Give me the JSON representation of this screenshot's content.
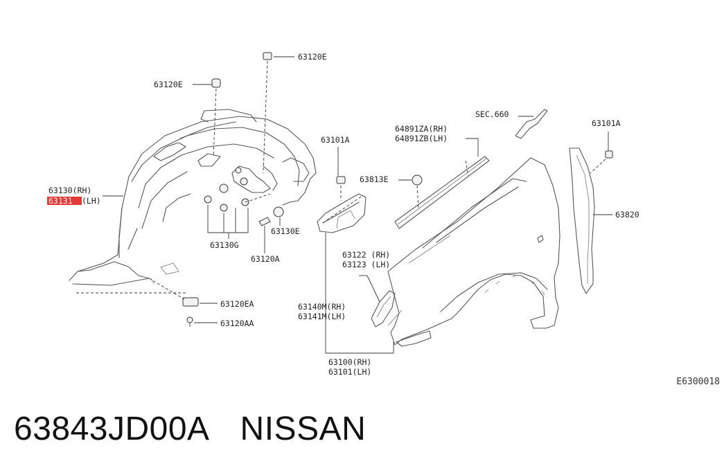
{
  "diagram": {
    "labels": {
      "l63120E_top": "63120E",
      "l63120E_left": "63120E",
      "l63130_rh": "63130(RH)",
      "l63131_lh_code": "63131",
      "l63131_lh_side": "(LH)",
      "l63130G": "63130G",
      "l63120A": "63120A",
      "l63130E": "63130E",
      "l63120EA": "63120EA",
      "l63120AA": "63120AA",
      "l63101A_mid": "63101A",
      "l63813E": "63813E",
      "l64891ZA": "64891ZA(RH)",
      "l64891ZB": "64891ZB(LH)",
      "lSEC660": "SEC.660",
      "l63101A_right": "63101A",
      "l63820": "63820",
      "l63122": "63122 (RH)",
      "l63123": "63123 (LH)",
      "l63140M": "63140M(RH)",
      "l63141M": "63141M(LH)",
      "l63100": "63100(RH)",
      "l63101": "63101(LH)"
    },
    "diagram_id": "E6300018",
    "highlight_color": "#e53935"
  },
  "caption": {
    "part_number": "63843JD00A",
    "brand": "NISSAN"
  }
}
